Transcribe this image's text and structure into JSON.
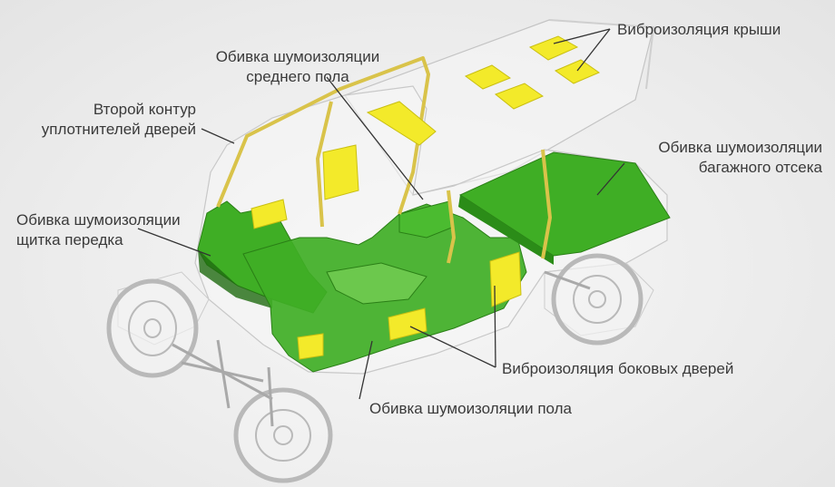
{
  "labels": {
    "roof_vibration": "Виброизоляция крыши",
    "middle_floor_line1": "Обивка шумоизоляции",
    "middle_floor_line2": "среднего пола",
    "door_seal_line1": "Второй контур",
    "door_seal_line2": "уплотнителей дверей",
    "trunk_line1": "Обивка шумоизоляции",
    "trunk_line2": "багажного отсека",
    "front_panel_line1": "Обивка шумоизоляции",
    "front_panel_line2": "щитка передка",
    "side_doors_vibration": "Виброизоляция боковых дверей",
    "floor_insulation": "Обивка шумоизоляции пола"
  },
  "colors": {
    "insulation_green": "#3fae25",
    "vibration_yellow": "#f3ea2a",
    "seal_yellow": "#d9c34a",
    "body_outline": "#bfbfbf",
    "leader_line": "#333333"
  }
}
